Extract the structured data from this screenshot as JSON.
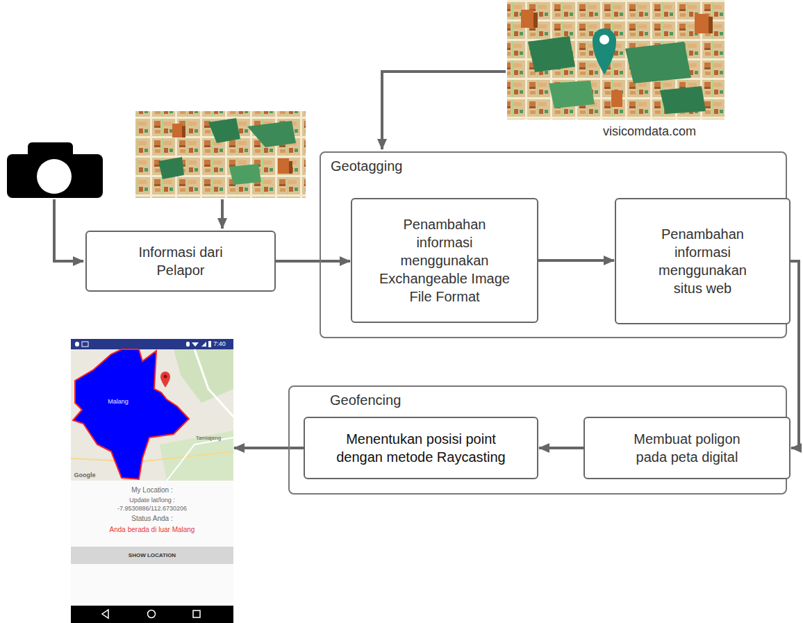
{
  "diagram": {
    "nodes": [
      {
        "text": [
          "Informasi dari Pelapor"
        ]
      },
      {
        "text": [
          "Geotagging"
        ]
      },
      {
        "text": [
          "Penambahan informasi menggunakan Exchangeable Image File Format"
        ],
        "in": 1
      },
      {
        "text": [
          "Penambahan informasi menggunakan situs web"
        ],
        "in": 1
      },
      {
        "text": [
          "7:40",
          "Malang",
          "Tamiajeng",
          "Google",
          "My Location :",
          "Update lat/long :",
          "-7.9530886/112.6730206",
          "Status Anda :",
          "Anda berada di luar Malang",
          "SHOW LOCATION"
        ]
      },
      {
        "text": [
          "Geofencing"
        ]
      },
      {
        "text": [
          "Menentukan posisi point dengan metode Raycasting"
        ],
        "in": 5
      },
      {
        "text": [
          "Membuat poligon pada peta digital"
        ],
        "in": 5
      }
    ],
    "edges": [
      {
        "from": 0,
        "to": 2,
        "arrow": "to"
      },
      {
        "from": 2,
        "to": 3,
        "arrow": "to"
      },
      {
        "from": 3,
        "to": 7,
        "arrow": "to"
      },
      {
        "from": 7,
        "to": 6,
        "arrow": "to"
      },
      {
        "from": 6,
        "to": 4,
        "arrow": "to"
      }
    ],
    "labels": [
      "visicomdata.com"
    ]
  }
}
